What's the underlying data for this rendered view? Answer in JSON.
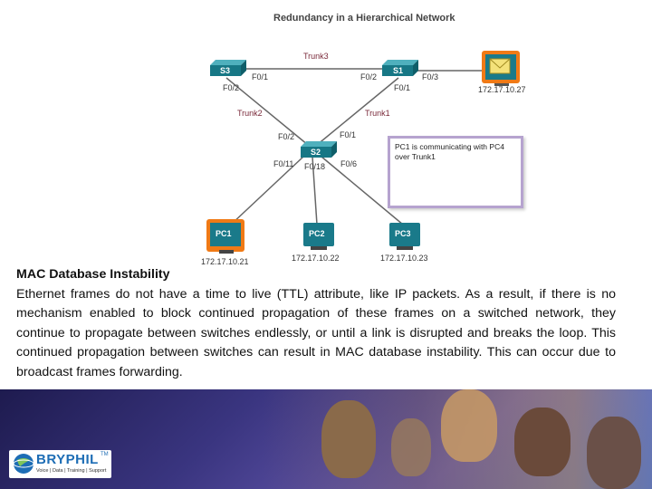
{
  "diagram": {
    "title": "Redundancy in a Hierarchical Network",
    "trunks": {
      "trunk1": "Trunk1",
      "trunk2": "Trunk2",
      "trunk3": "Trunk3"
    },
    "switches": {
      "s3": {
        "name": "S3",
        "port_a": "F0/1",
        "port_b": "F0/2"
      },
      "s1": {
        "name": "S1",
        "port_a": "F0/2",
        "port_b": "F0/3",
        "port_c": "F0/1"
      },
      "s2": {
        "name": "S2",
        "port_a": "F0/2",
        "port_b": "F0/1",
        "port_c": "F0/11",
        "port_d": "F0/18",
        "port_e": "F0/6"
      }
    },
    "pcs": {
      "pc1": {
        "name": "PC1",
        "ip": "172.17.10.21"
      },
      "pc2": {
        "name": "PC2",
        "ip": "172.17.10.22"
      },
      "pc3": {
        "name": "PC3",
        "ip": "172.17.10.23"
      },
      "pc4": {
        "ip": "172.17.10.27"
      }
    },
    "callout": "PC1 is communicating with PC4 over Trunk1",
    "colors": {
      "highlight": "#f07a16",
      "switch": "#1a7a8a",
      "pc": "#1a7a8a",
      "callout_border": "#b6a3cf"
    }
  },
  "content": {
    "heading": "MAC Database Instability",
    "paragraph": "Ethernet frames do not have a time to live (TTL) attribute, like IP packets. As a result, if there is no mechanism enabled to block continued propagation of these frames on a switched network, they continue to propagate between switches endlessly, or until a link is disrupted and breaks the loop. This continued propagation between switches can result in MAC database instability. This can occur due to broadcast frames forwarding."
  },
  "logo": {
    "name": "BRYPHIL",
    "tm": "TM",
    "tagline": "Voice | Data | Training | Support"
  }
}
